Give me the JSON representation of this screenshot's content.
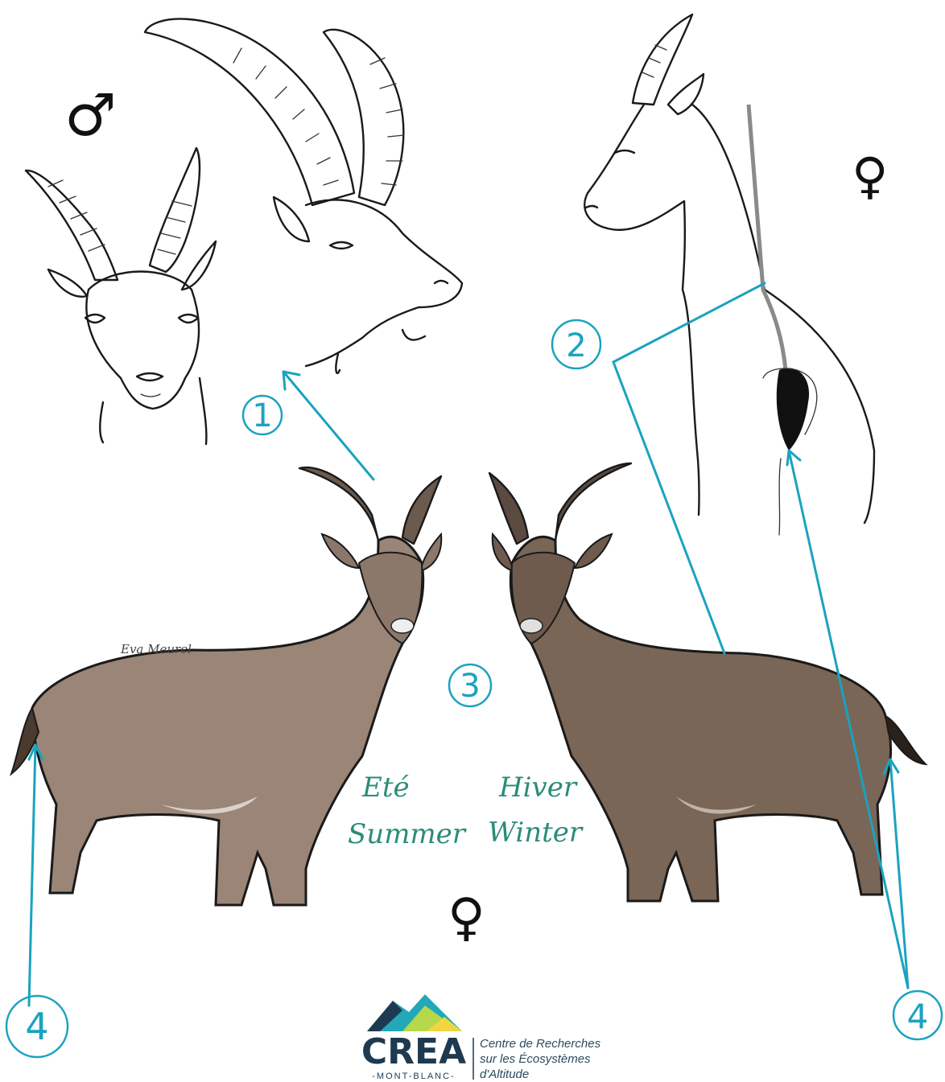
{
  "labels": {
    "male_symbol": "♂",
    "female_symbol_top": "♀",
    "female_symbol_bottom": "♀",
    "num1": "1",
    "num2": "2",
    "num3": "3",
    "num4_left": "4",
    "num4_right": "4",
    "summer_fr": "Eté",
    "summer_en": "Summer",
    "winter_fr": "Hiver",
    "winter_en": "Winter",
    "signature": "Eva Meurel"
  },
  "logo": {
    "name": "CREA",
    "sub": "-MONT-BLANC-",
    "tagline": [
      "Centre de Recherches",
      "sur les Écosystèmes",
      "d'Altitude"
    ]
  },
  "colors": {
    "annotation": "#1aa3c0",
    "season_text": "#2b8c78",
    "summer_coat": "#9a8576",
    "winter_coat": "#7a6656",
    "logo_dark": "#1e3a50",
    "logo_teal": "#22a8b8",
    "logo_yellow": "#f2d640"
  }
}
